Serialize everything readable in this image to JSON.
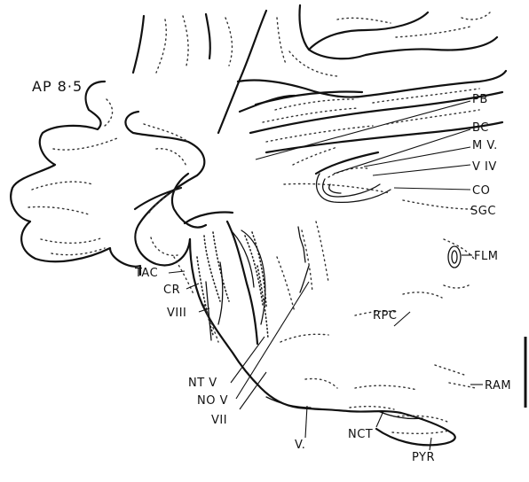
{
  "title": "AP 8·5",
  "labels": {
    "pb": "PB",
    "bc": "BC",
    "mv": "M V.",
    "viv": "V IV",
    "co": "CO",
    "sgc": "SGC",
    "flm": "FLM",
    "tac": "TAC",
    "cr": "CR",
    "viii": "VIII",
    "ntv": "NT V",
    "nov": "NO V",
    "vii": "VII",
    "v": "V.",
    "nct": "NCT",
    "pyr": "PYR",
    "rpc": "RPC",
    "ram": "RAM"
  }
}
